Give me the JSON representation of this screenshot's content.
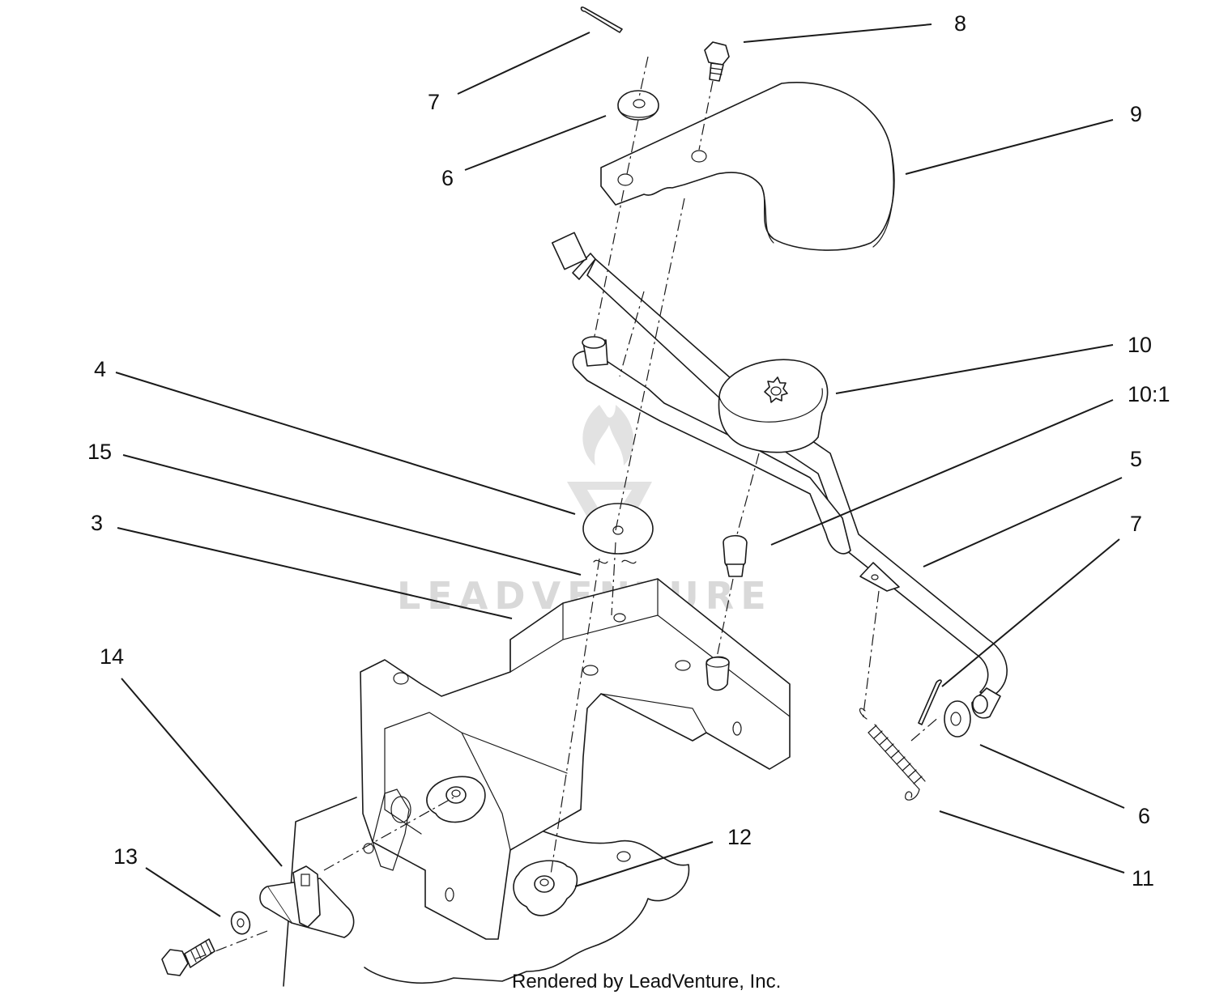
{
  "watermark": {
    "text": "LEADVENTURE"
  },
  "credit": "Rendered by LeadVenture, Inc.",
  "callouts": [
    {
      "id": "c7a",
      "label": "7"
    },
    {
      "id": "c8",
      "label": "8"
    },
    {
      "id": "c6a",
      "label": "6"
    },
    {
      "id": "c9",
      "label": "9"
    },
    {
      "id": "c10",
      "label": "10"
    },
    {
      "id": "c10_1",
      "label": "10:1"
    },
    {
      "id": "c4",
      "label": "4"
    },
    {
      "id": "c15",
      "label": "15"
    },
    {
      "id": "c3",
      "label": "3"
    },
    {
      "id": "c5",
      "label": "5"
    },
    {
      "id": "c7b",
      "label": "7"
    },
    {
      "id": "c14",
      "label": "14"
    },
    {
      "id": "c12",
      "label": "12"
    },
    {
      "id": "c6b",
      "label": "6"
    },
    {
      "id": "c11",
      "label": "11"
    },
    {
      "id": "c13",
      "label": "13"
    }
  ]
}
